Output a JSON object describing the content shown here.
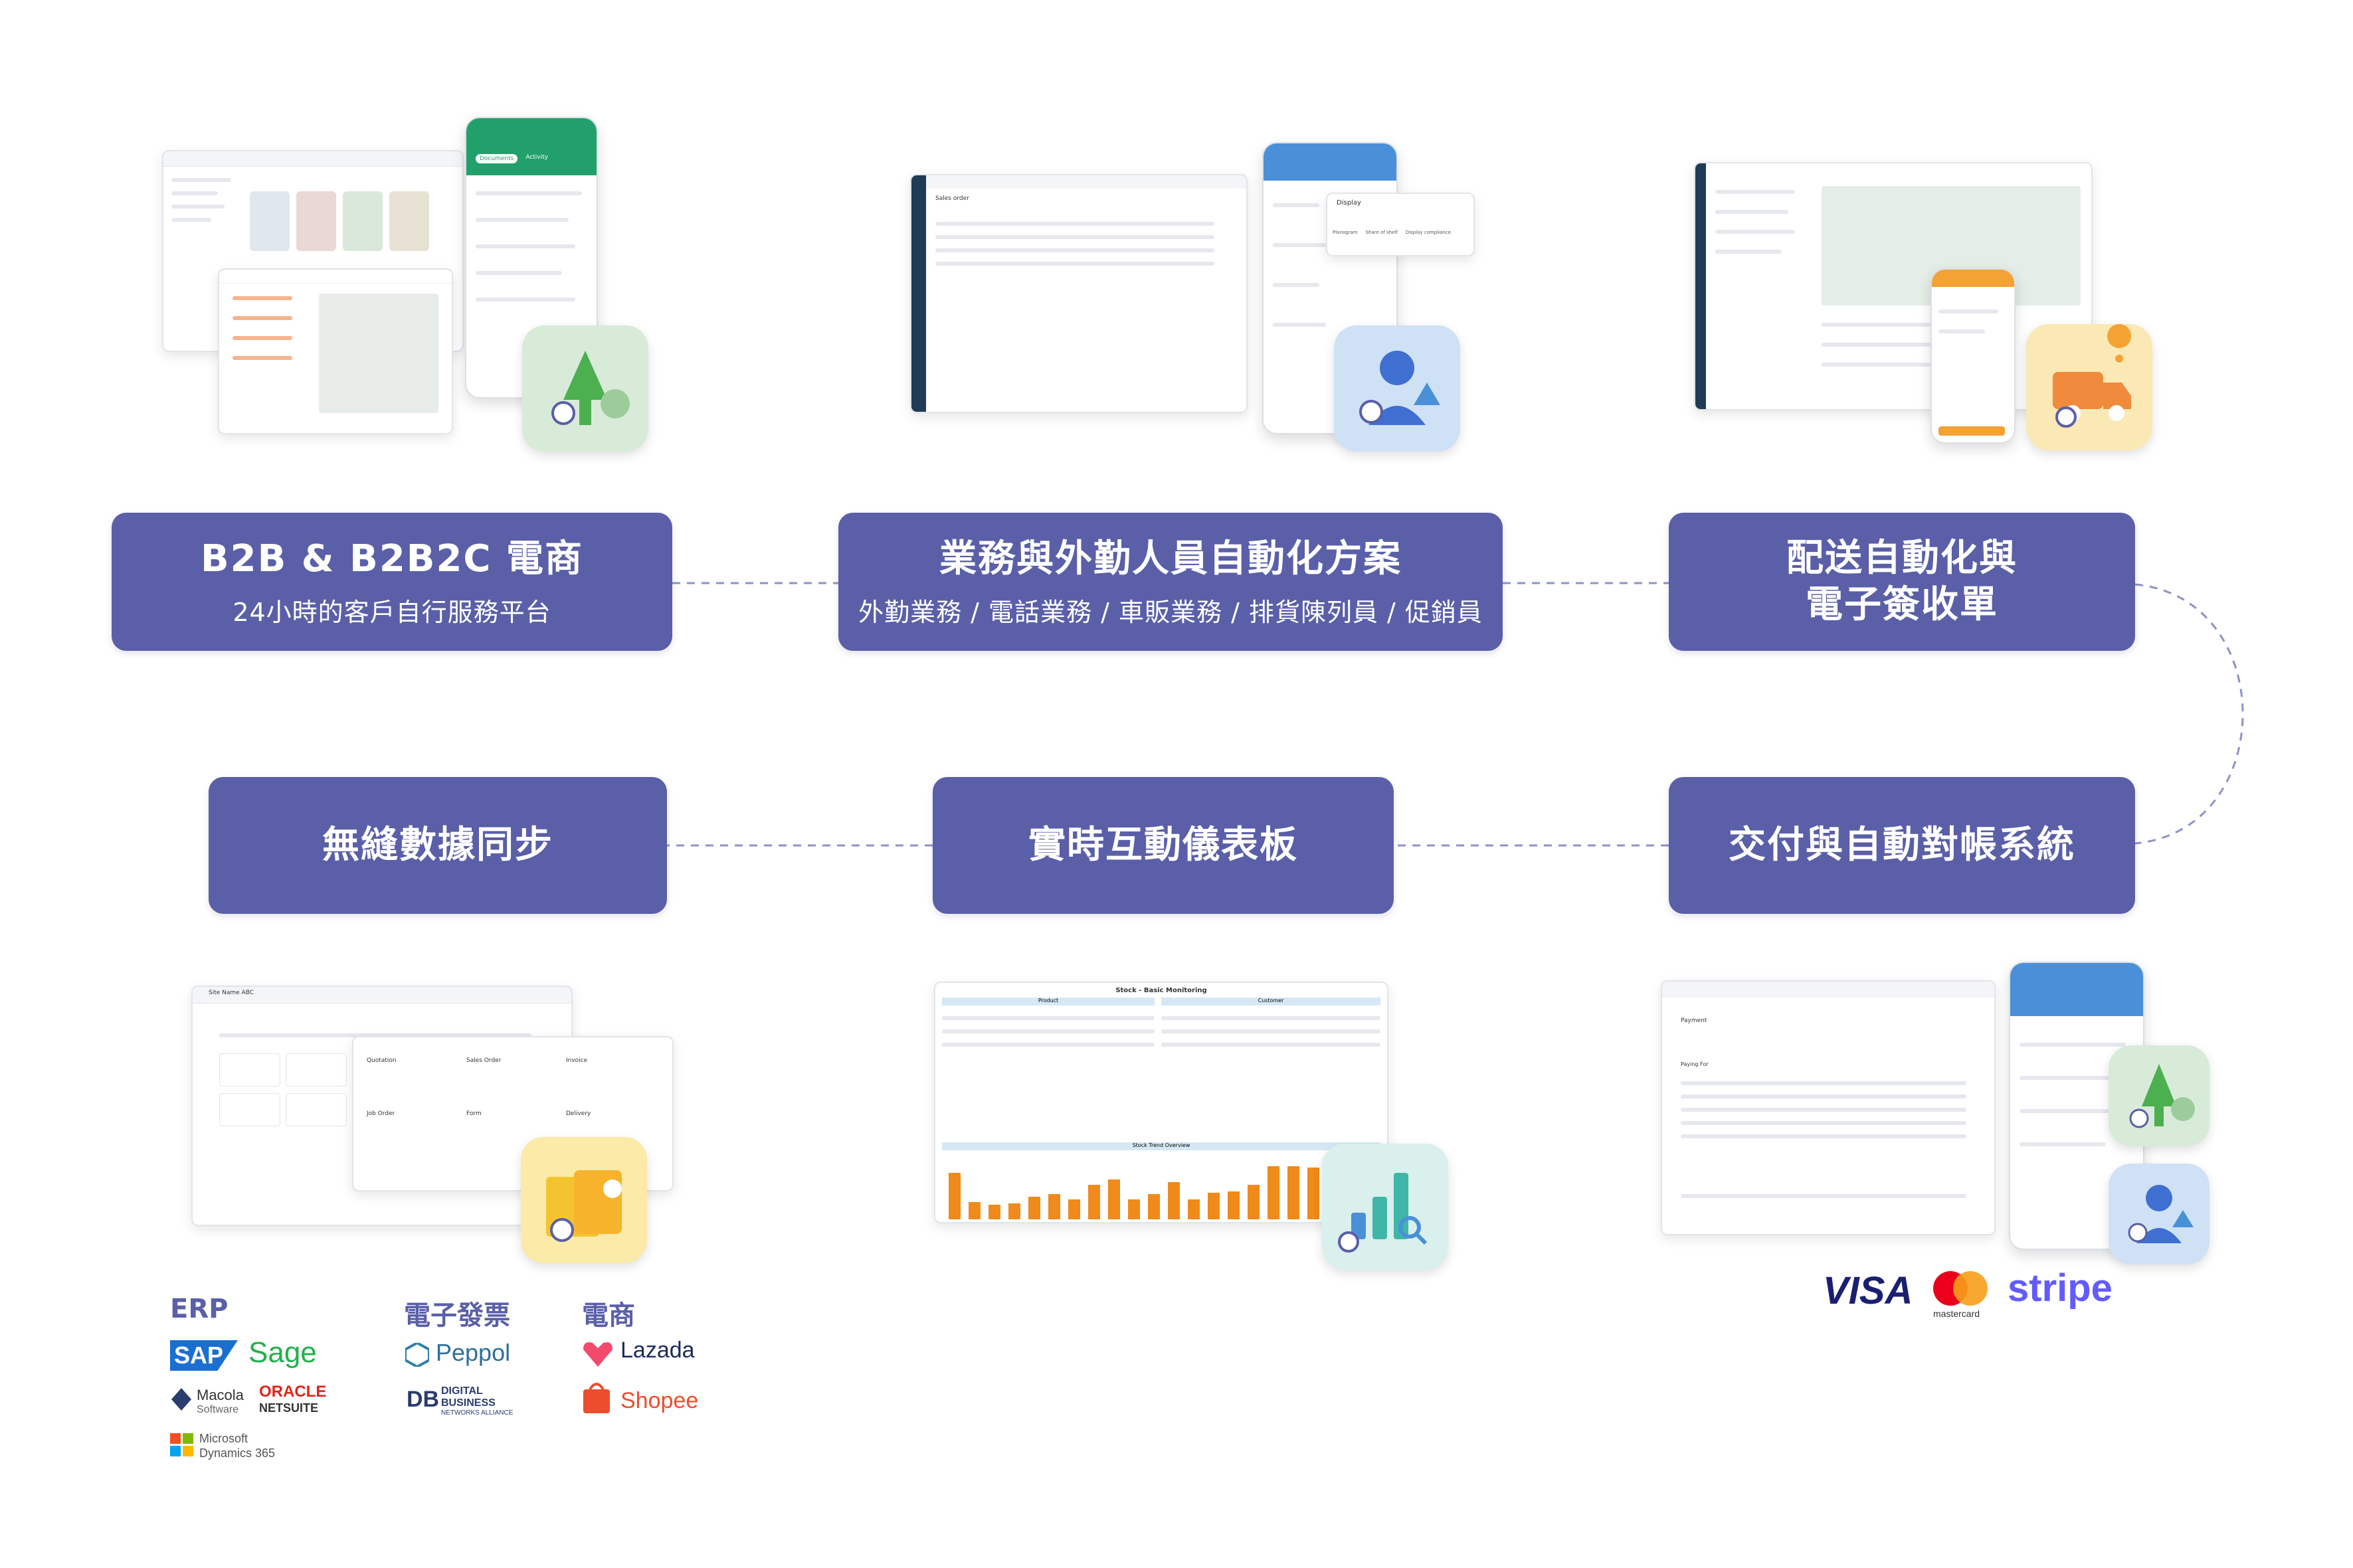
{
  "nodes": {
    "b2b": {
      "title": "B2B & B2B2C 電商",
      "subtitle": "24小時的客戶自行服務平台"
    },
    "sales": {
      "title": "業務與外勤人員自動化方案",
      "subtitle": "外勤業務 / 電話業務 / 車販業務 / 排貨陳列員 / 促銷員"
    },
    "delivery": {
      "title_line1": "配送自動化與",
      "title_line2": "電子簽收單"
    },
    "sync": {
      "title": "無縫數據同步"
    },
    "dashboard": {
      "title": "實時互動儀表板"
    },
    "payment": {
      "title": "交付與自動對帳系統"
    }
  },
  "integrations": {
    "erp": {
      "title": "ERP",
      "logos": [
        "SAP",
        "Sage",
        "Macola",
        "Software",
        "ORACLE",
        "NETSUITE",
        "Microsoft",
        "Dynamics 365"
      ]
    },
    "einvoice": {
      "title": "電子發票",
      "logos": [
        "Peppol",
        "DIGITAL",
        "BUSINESS",
        "NETWORKS ALLIANCE"
      ]
    },
    "ecommerce": {
      "title": "電商",
      "logos": [
        "Lazada",
        "Shopee"
      ]
    }
  },
  "payments": {
    "logos": [
      "VISA",
      "mastercard",
      "stripe"
    ]
  },
  "screens": {
    "dashboard_title": "Stock - Basic Monitoring",
    "dashboard_left": "Product",
    "dashboard_right": "Customer",
    "dashboard_trend": "Stock Trend Overview",
    "sync_title": "Site Name ABC",
    "sync_cards": [
      "Quotation",
      "Sales Order",
      "Invoice",
      "Job Order",
      "Form",
      "Delivery"
    ],
    "sales_header": "Sales order",
    "sales_panel": "Display",
    "sales_panel_items": [
      "Planogram",
      "Share of shelf",
      "Display compliance"
    ],
    "b2b_tabs": [
      "Documents",
      "Activity"
    ],
    "payment_title": "Payment",
    "payment_section": "Paying For"
  },
  "colors": {
    "pill": "#5a5fa8",
    "connector": "#8d92c7",
    "accent_green": "#22a06b",
    "accent_blue": "#4a90d9"
  }
}
